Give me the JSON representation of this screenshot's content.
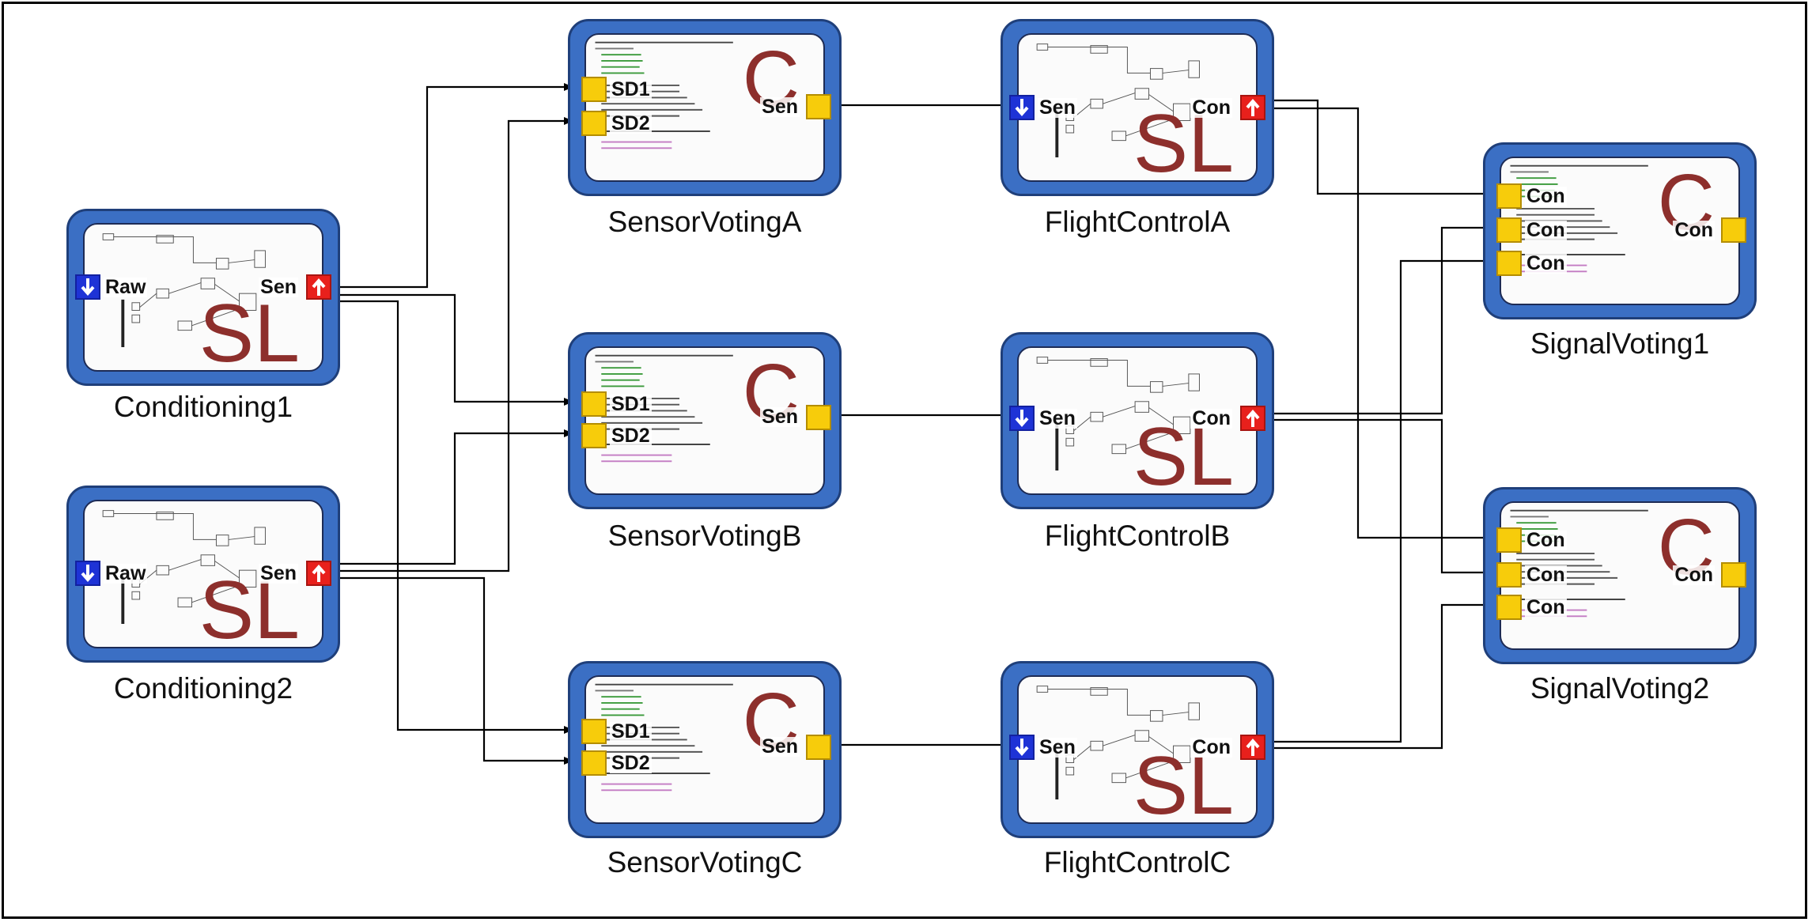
{
  "big_labels": {
    "simulink": "SL",
    "c": "C"
  },
  "components": {
    "conditioning1": {
      "name": "Conditioning1",
      "port_in": "Raw",
      "port_out": "Sen"
    },
    "conditioning2": {
      "name": "Conditioning2",
      "port_in": "Raw",
      "port_out": "Sen"
    },
    "sensorvotingA": {
      "name": "SensorVotingA",
      "port_in1": "SD1",
      "port_in2": "SD2",
      "port_out": "Sen"
    },
    "sensorvotingB": {
      "name": "SensorVotingB",
      "port_in1": "SD1",
      "port_in2": "SD2",
      "port_out": "Sen"
    },
    "sensorvotingC": {
      "name": "SensorVotingC",
      "port_in1": "SD1",
      "port_in2": "SD2",
      "port_out": "Sen"
    },
    "flightcontrolA": {
      "name": "FlightControlA",
      "port_in": "Sen",
      "port_out": "Con"
    },
    "flightcontrolB": {
      "name": "FlightControlB",
      "port_in": "Sen",
      "port_out": "Con"
    },
    "flightcontrolC": {
      "name": "FlightControlC",
      "port_in": "Sen",
      "port_out": "Con"
    },
    "signalvoting1": {
      "name": "SignalVoting1",
      "port_in1": "Con",
      "port_in2": "Con",
      "port_in3": "Con",
      "port_out": "Con"
    },
    "signalvoting2": {
      "name": "SignalVoting2",
      "port_in1": "Con",
      "port_in2": "Con",
      "port_in3": "Con",
      "port_out": "Con"
    }
  },
  "colors": {
    "frame": "#3b6fc4",
    "c_label": "#8d2f2c",
    "input_port": "#1e33d6",
    "output_port": "#e8201c",
    "c_port": "#f7cc0b",
    "wire": "#000000"
  }
}
